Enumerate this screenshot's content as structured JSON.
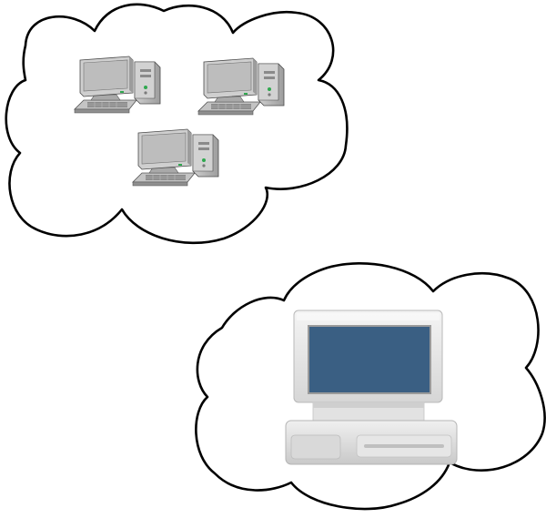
{
  "diagram": {
    "clouds": [
      {
        "id": "network-cloud",
        "icon": "desktop-computer-icon",
        "icon_count": 3
      },
      {
        "id": "single-computer-cloud",
        "icon": "monitor-computer-icon",
        "icon_count": 1
      }
    ]
  },
  "colors": {
    "background": "#ffffff",
    "cloud_outline": "#000000",
    "pc_light": "#d9d9d9",
    "pc_mid": "#b3b3b3",
    "pc_dark": "#8a8a8a",
    "pc_screen": "#cfcfcf",
    "pc_led": "#2fa84f",
    "monitor_screen": "#3a5f83",
    "monitor_body": "#e4e4e4",
    "monitor_shadow": "#c6c6c6"
  }
}
